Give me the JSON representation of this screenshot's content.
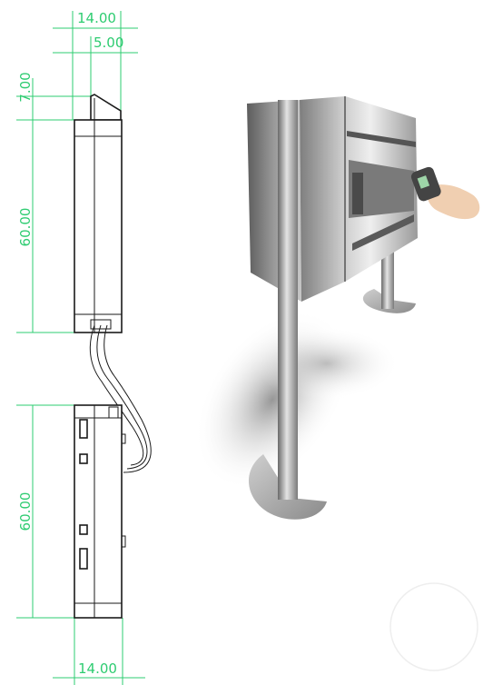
{
  "drawing": {
    "dimensions": {
      "top_width": "14.00",
      "top_inner_width": "5.00",
      "top_tab_height": "7.00",
      "upper_height": "60.00",
      "lower_height": "60.00",
      "bottom_width": "14.00"
    }
  },
  "render": {
    "alt": "Mailbox stand rendering",
    "colors": {
      "dimension": "#2ecc71",
      "line": "#1a1a1a"
    }
  }
}
